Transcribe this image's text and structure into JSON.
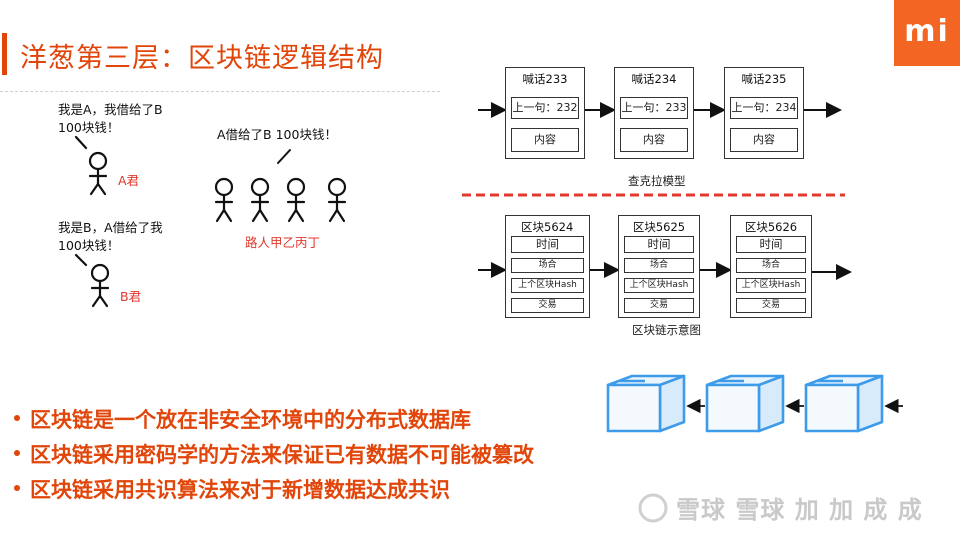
{
  "header": {
    "title": "洋葱第三层：区块链逻辑结构",
    "logo_text": "mi"
  },
  "left_story": {
    "a_speech_line1": "我是A，我借给了B",
    "a_speech_line2": "100块钱！",
    "a_label": "A君",
    "crowd_speech": "A借给了B 100块钱！",
    "crowd_label": "路人甲乙丙丁",
    "b_speech_line1": "我是B，A借给了我",
    "b_speech_line2": "100块钱！",
    "b_label": "B君"
  },
  "chat_model": {
    "label": "查克拉模型",
    "blocks": [
      {
        "title": "喊话233",
        "prev": "上一句：232",
        "content": "内容"
      },
      {
        "title": "喊话234",
        "prev": "上一句：233",
        "content": "内容"
      },
      {
        "title": "喊话235",
        "prev": "上一句：234",
        "content": "内容"
      }
    ]
  },
  "chain_model": {
    "label": "区块链示意图",
    "blocks": [
      {
        "title": "区块5624",
        "time": "时间",
        "place": "场合",
        "prev_hash": "上个区块Hash",
        "tx": "交易"
      },
      {
        "title": "区块5625",
        "time": "时间",
        "place": "场合",
        "prev_hash": "上个区块Hash",
        "tx": "交易"
      },
      {
        "title": "区块5626",
        "time": "时间",
        "place": "场合",
        "prev_hash": "上个区块Hash",
        "tx": "交易"
      }
    ]
  },
  "bullets": [
    "区块链是一个放在非安全环境中的分布式数据库",
    "区块链采用密码学的方法来保证已有数据不可能被篡改",
    "区块链采用共识算法来对于新增数据达成共识"
  ],
  "watermark": "雪球 雪球 加 加 成 成",
  "colors": {
    "accent": "#e1450a",
    "logo": "#f26522",
    "box_stroke": "#3d9be9",
    "box_fill": "#eaf4fd",
    "red_label": "#e03a2f"
  }
}
